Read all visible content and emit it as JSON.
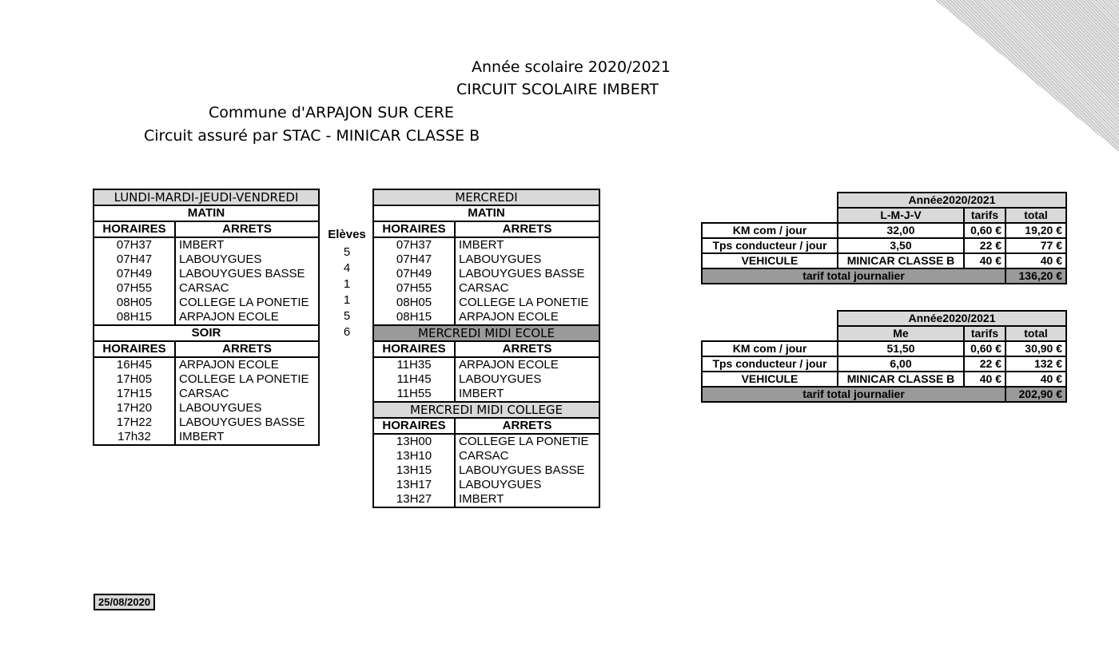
{
  "header": {
    "line1": "Année scolaire 2020/2021",
    "line2": "CIRCUIT SCOLAIRE IMBERT",
    "line3": "Commune d'ARPAJON SUR CERE",
    "line4": "Circuit assuré par STAC - MINICAR CLASSE B"
  },
  "lmjv": {
    "title": "LUNDI-MARDI-JEUDI-VENDREDI",
    "matin_label": "MATIN",
    "soir_label": "SOIR",
    "col_horaires": "HORAIRES",
    "col_arrets": "ARRETS",
    "matin": [
      {
        "time": "07H37",
        "stop": "IMBERT"
      },
      {
        "time": "07H47",
        "stop": "LABOUYGUES"
      },
      {
        "time": "07H49",
        "stop": "LABOUYGUES BASSE"
      },
      {
        "time": "07H55",
        "stop": "CARSAC"
      },
      {
        "time": "08H05",
        "stop": "COLLEGE LA PONETIE"
      },
      {
        "time": "08H15",
        "stop": "ARPAJON ECOLE"
      }
    ],
    "soir": [
      {
        "time": "16H45",
        "stop": "ARPAJON ECOLE"
      },
      {
        "time": "17H05",
        "stop": "COLLEGE LA PONETIE"
      },
      {
        "time": "17H15",
        "stop": "CARSAC"
      },
      {
        "time": "17H20",
        "stop": "LABOUYGUES"
      },
      {
        "time": "17H22",
        "stop": "LABOUYGUES BASSE"
      },
      {
        "time": "17h32",
        "stop": "IMBERT"
      }
    ]
  },
  "eleves": {
    "label": "Elèves",
    "values": [
      "5",
      "4",
      "1",
      "1",
      "5",
      "6"
    ]
  },
  "mercredi": {
    "title": "MERCREDI",
    "matin_label": "MATIN",
    "midi_ecole_label": "MERCREDI MIDI ECOLE",
    "midi_college_label": "MERCREDI MIDI COLLEGE",
    "col_horaires": "HORAIRES",
    "col_arrets": "ARRETS",
    "matin": [
      {
        "time": "07H37",
        "stop": "IMBERT"
      },
      {
        "time": "07H47",
        "stop": "LABOUYGUES"
      },
      {
        "time": "07H49",
        "stop": "LABOUYGUES BASSE"
      },
      {
        "time": "07H55",
        "stop": "CARSAC"
      },
      {
        "time": "08H05",
        "stop": "COLLEGE LA PONETIE"
      },
      {
        "time": "08H15",
        "stop": "ARPAJON ECOLE"
      }
    ],
    "midi_ecole": [
      {
        "time": "11H35",
        "stop": "ARPAJON ECOLE"
      },
      {
        "time": "11H45",
        "stop": "LABOUYGUES"
      },
      {
        "time": "11H55",
        "stop": "IMBERT"
      }
    ],
    "midi_college": [
      {
        "time": "13H00",
        "stop": "COLLEGE LA PONETIE"
      },
      {
        "time": "13H10",
        "stop": "CARSAC"
      },
      {
        "time": "13H15",
        "stop": "LABOUYGUES BASSE"
      },
      {
        "time": "13H17",
        "stop": "LABOUYGUES"
      },
      {
        "time": "13H27",
        "stop": "IMBERT"
      }
    ]
  },
  "tarif_lmjv": {
    "year": "Année2020/2021",
    "col_label": "L-M-J-V",
    "col_tarifs": "tarifs",
    "col_total": "total",
    "rows": [
      {
        "label": "KM com / jour",
        "value": "32,00",
        "tarif": "0,60 €",
        "total": "19,20 €"
      },
      {
        "label": "Tps conducteur / jour",
        "value": "3,50",
        "tarif": "22 €",
        "total": "77 €"
      },
      {
        "label": "VEHICULE",
        "value": "MINICAR CLASSE B",
        "tarif": "40 €",
        "total": "40 €"
      }
    ],
    "total_label": "tarif total journalier",
    "total_value": "136,20 €"
  },
  "tarif_me": {
    "year": "Année2020/2021",
    "col_label": "Me",
    "col_tarifs": "tarifs",
    "col_total": "total",
    "rows": [
      {
        "label": "KM com / jour",
        "value": "51,50",
        "tarif": "0,60 €",
        "total": "30,90 €"
      },
      {
        "label": "Tps conducteur / jour",
        "value": "6,00",
        "tarif": "22 €",
        "total": "132 €"
      },
      {
        "label": "VEHICULE",
        "value": "MINICAR CLASSE B",
        "tarif": "40 €",
        "total": "40 €"
      }
    ],
    "total_label": "tarif total journalier",
    "total_value": "202,90 €"
  },
  "footer": {
    "date": "25/08/2020"
  }
}
